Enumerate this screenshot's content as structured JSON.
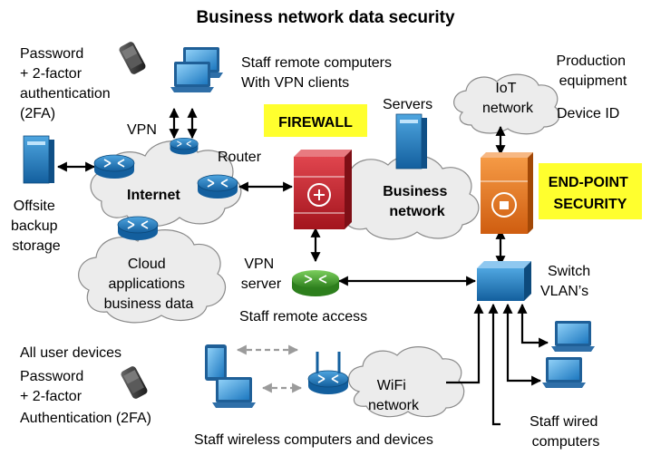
{
  "title": "Business network data security",
  "labels": {
    "password_top": [
      "Password",
      "+ 2-factor",
      "authentication",
      "(2FA)"
    ],
    "staff_remote": [
      "Staff remote computers",
      "With VPN clients"
    ],
    "production": [
      "Production",
      "equipment"
    ],
    "device_id": "Device ID",
    "iot": [
      "IoT",
      "network"
    ],
    "servers": "Servers",
    "firewall": "FIREWALL",
    "vpn": "VPN",
    "router": "Router",
    "internet": "Internet",
    "offsite": [
      "Offsite",
      "backup",
      "storage"
    ],
    "business_network": [
      "Business",
      "network"
    ],
    "endpoint": [
      "END-POINT",
      "SECURITY"
    ],
    "cloud_apps": [
      "Cloud",
      "applications",
      "business data"
    ],
    "vpn_server": [
      "VPN",
      "server"
    ],
    "staff_remote_access": "Staff remote access",
    "switch": [
      "Switch",
      "VLAN’s"
    ],
    "all_user_devices": "All user devices",
    "password_bottom": [
      "Password",
      "+ 2-factor",
      "Authentication (2FA)"
    ],
    "wifi": [
      "WiFi",
      "network"
    ],
    "staff_wireless": "Staff wireless computers and devices",
    "staff_wired": [
      "Staff wired",
      "computers"
    ]
  },
  "colors": {
    "cloud_fill": "#ececec",
    "highlight": "#ffff2e",
    "device_blue": "#1f7cc4",
    "firewall_red": "#c8242f",
    "endpoint_orange": "#e8761c",
    "vpn_green": "#3d9b2a"
  },
  "icons": [
    "smartphone-icon",
    "laptop-icon",
    "server-icon",
    "router-icon",
    "firewall-icon",
    "endpoint-security-icon",
    "switch-icon",
    "wifi-access-point-icon",
    "tablet-icon"
  ]
}
